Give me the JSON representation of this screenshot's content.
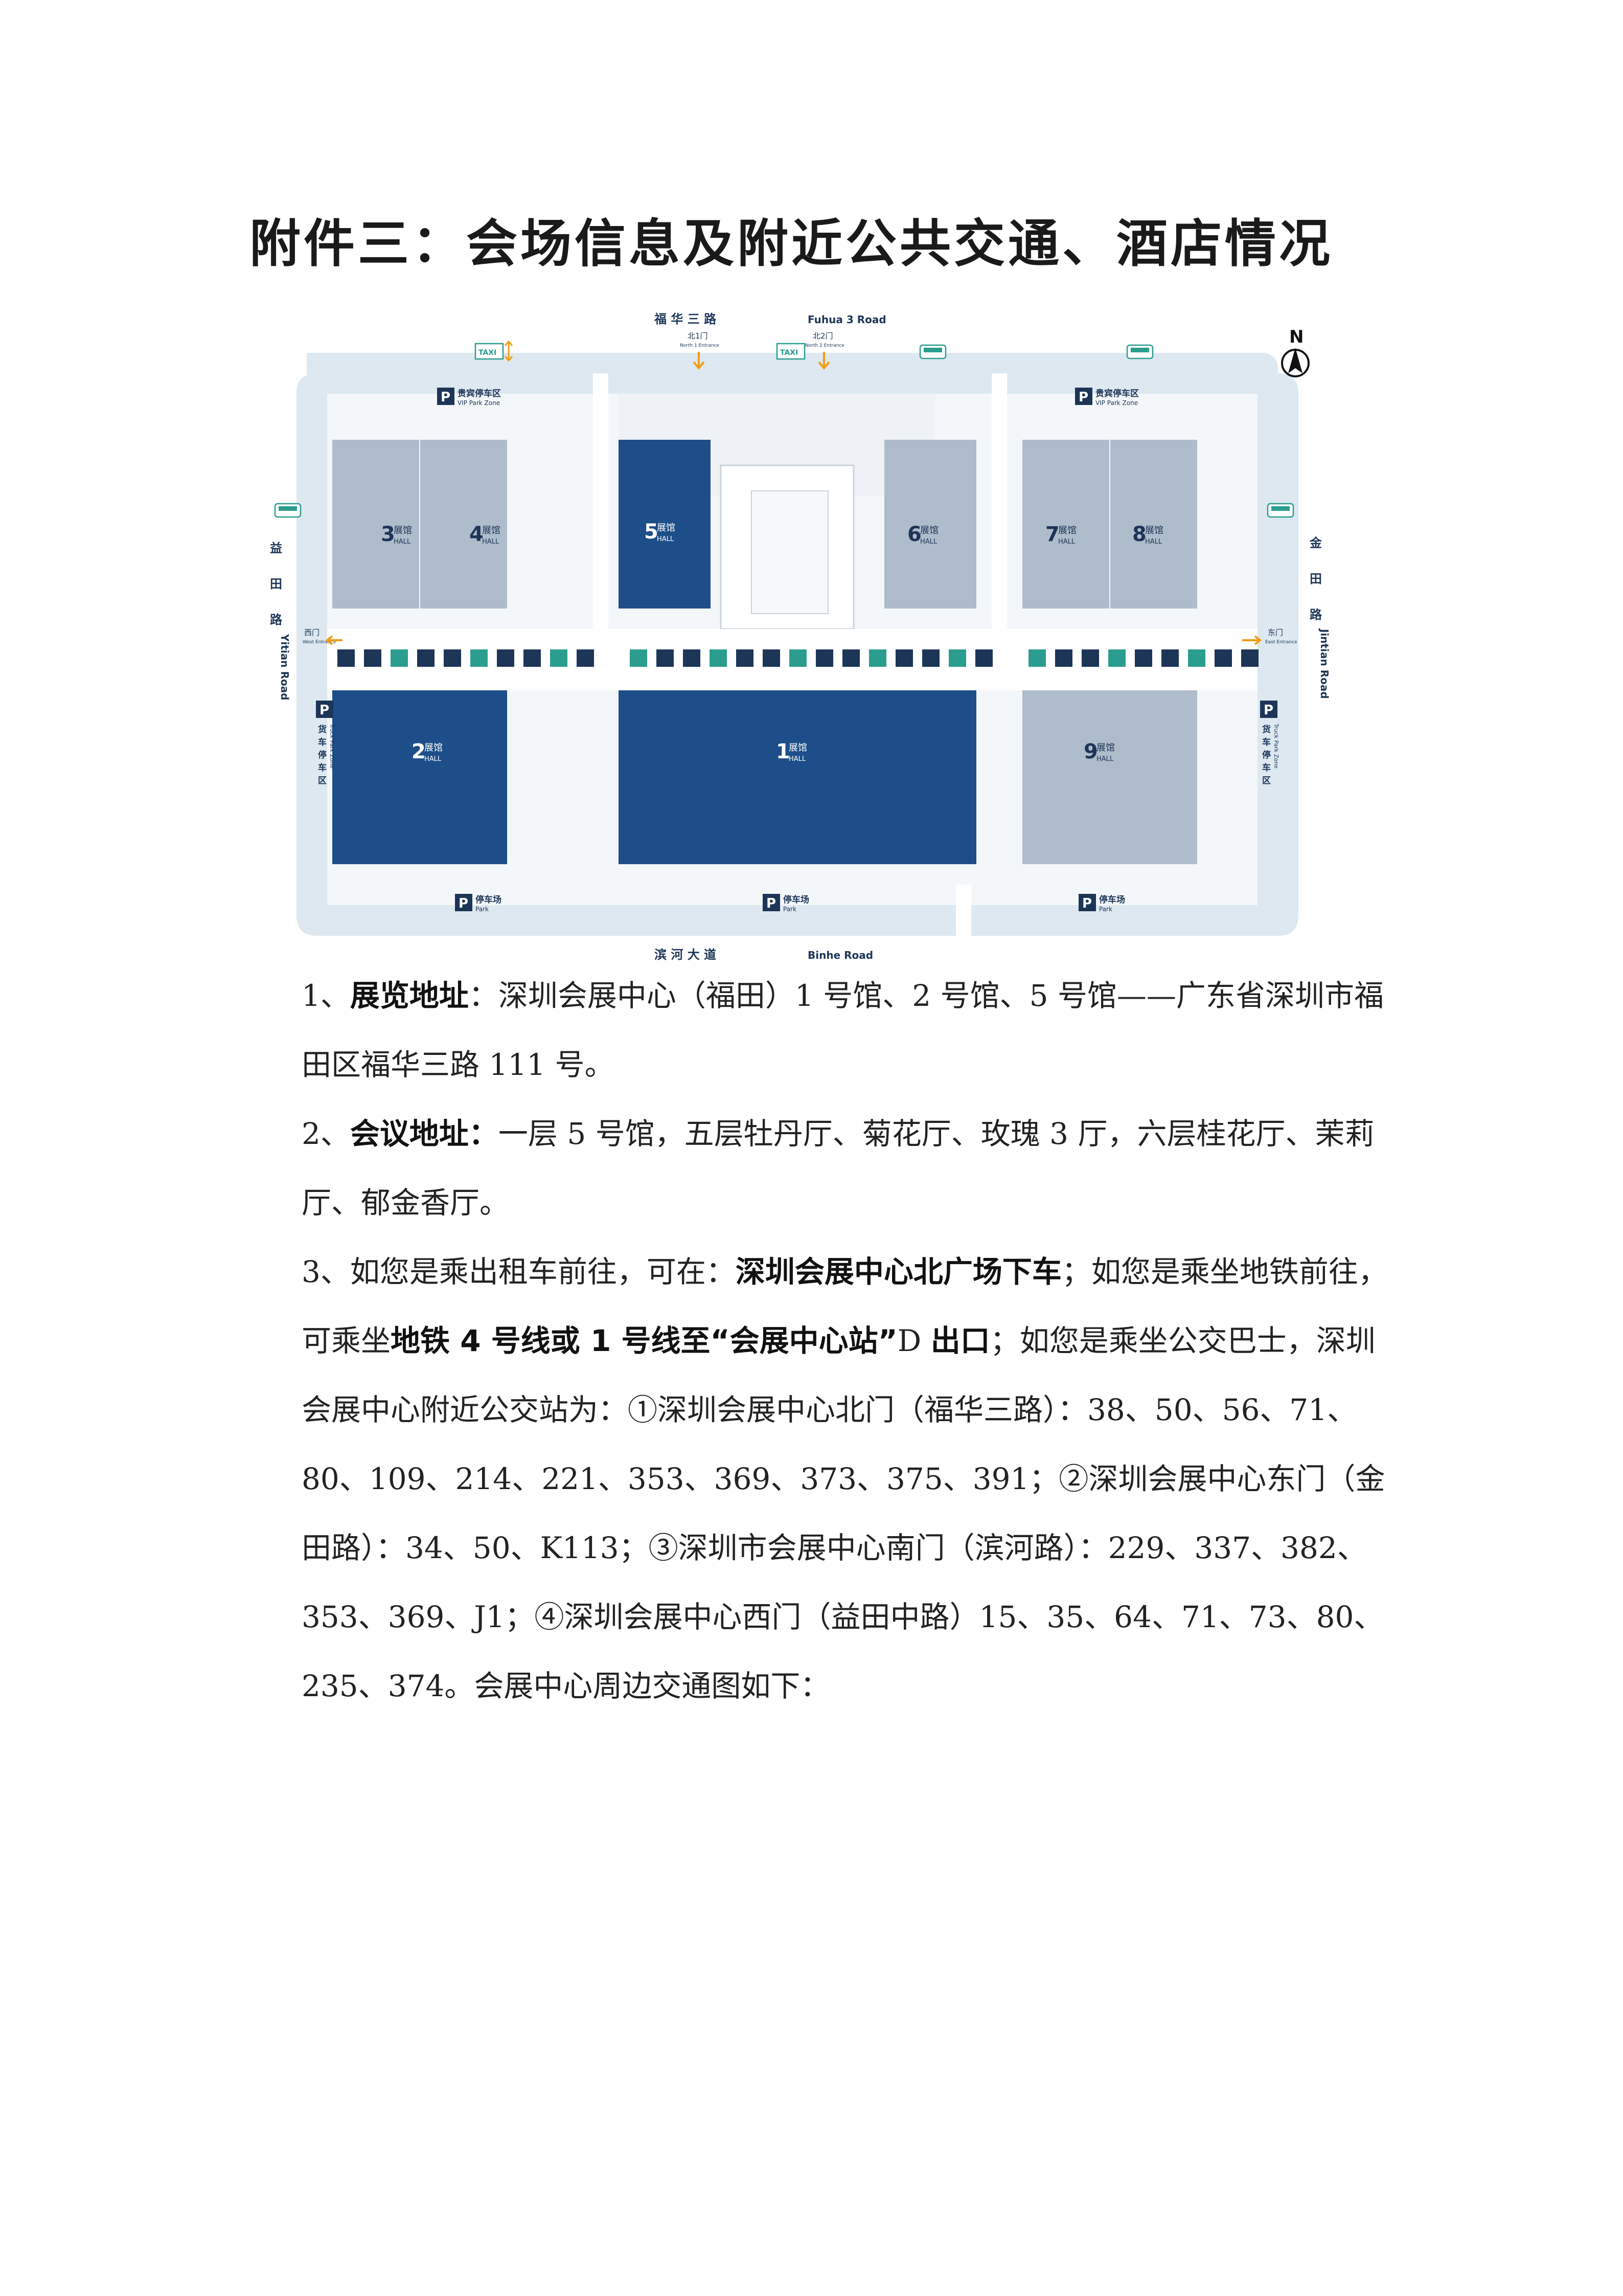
{
  "title": "附件三：会场信息及附近公共交通、酒店情况",
  "map": {
    "north": "N",
    "roads": {
      "north": "福 华 三 路",
      "north_en": "Fuhua 3 Road",
      "south": "滨 河 大 道",
      "south_en": "Binhe Road",
      "west_cn": [
        "益",
        "田",
        "路"
      ],
      "west_en": "Yitian Road",
      "east_cn": [
        "金",
        "田",
        "路"
      ],
      "east_en": "Jintian Road"
    },
    "gates": {
      "north1": "北1门",
      "north1_en": "North 1 Entrance",
      "north2": "北2门",
      "north2_en": "North 2 Entrance",
      "west": "西门",
      "west_en": "West Entrance",
      "east": "东门",
      "east_en": "East Entrance"
    },
    "taxi": "TAXI",
    "parking": {
      "p": "P",
      "vip": "贵宾停车区",
      "vip_en": "VIP Park Zone",
      "truck": [
        "货",
        "车",
        "停",
        "车",
        "区"
      ],
      "truck_en": "Truck Park Zone",
      "park": "停车场",
      "park_en": "Park"
    },
    "hall_cn": "展馆",
    "hall_en": "HALL",
    "halls": [
      {
        "num": "3",
        "highlight": false
      },
      {
        "num": "4",
        "highlight": false
      },
      {
        "num": "5",
        "highlight": true
      },
      {
        "num": "6",
        "highlight": false
      },
      {
        "num": "7",
        "highlight": false
      },
      {
        "num": "8",
        "highlight": false
      },
      {
        "num": "2",
        "highlight": true
      },
      {
        "num": "1",
        "highlight": true
      },
      {
        "num": "9",
        "highlight": false
      }
    ],
    "colors": {
      "highlight": "#1d4e89",
      "normal": "#aebccb",
      "ground": "#dde8f0",
      "accent": "#2a9d8f",
      "arrow": "#f39c12"
    }
  },
  "paragraphs": {
    "p1": {
      "lead": "1、",
      "bold": "展览地址",
      "text": "：深圳会展中心（福田）1 号馆、2 号馆、5 号馆——广东省深圳市福田区福华三路 111 号。"
    },
    "p2": {
      "lead": "2、",
      "bold": "会议地址：",
      "text": "一层 5 号馆，五层牡丹厅、菊花厅、玫瑰 3 厅，六层桂花厅、茉莉厅、郁金香厅。"
    },
    "p3": {
      "t1": "3、如您是乘出租车前往，可在：",
      "b1": "深圳会展中心北广场下车",
      "t2": "；如您是乘坐地铁前往，可乘坐",
      "b2": "地铁 4 号线或 1 号线至“会展中心站”",
      "t3": "D ",
      "b3": "出口",
      "t4": "；如您是乘坐公交巴士，深圳会展中心附近公交站为：①深圳会展中心北门（福华三路）：38、50、56、71、80、109、214、221、353、369、373、375、391；②深圳会展中心东门（金田路）：34、50、K113；③深圳市会展中心南门（滨河路）：229、337、382、353、369、J1；④深圳会展中心西门（益田中路）15、35、64、71、73、80、235、374。会展中心周边交通图如下："
    }
  }
}
